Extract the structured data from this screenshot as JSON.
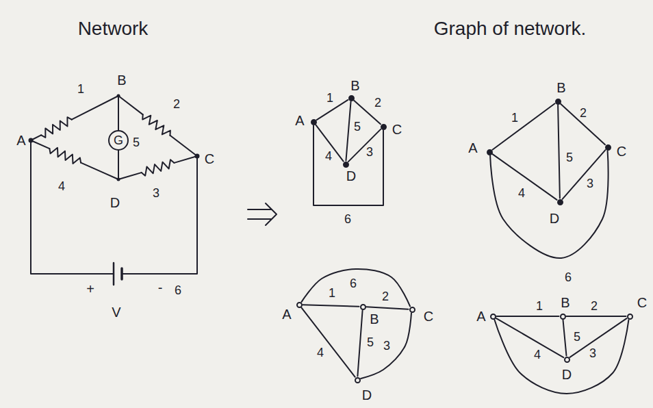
{
  "diagram": {
    "nodes": [
      {
        "text": [
          "G"
        ]
      },
      {
        "text": [
          "A"
        ]
      },
      {
        "text": [
          "B"
        ]
      },
      {
        "text": [
          "C"
        ]
      },
      {
        "text": [
          "D"
        ]
      },
      {
        "text": [
          "A"
        ]
      },
      {
        "text": [
          "B"
        ]
      },
      {
        "text": [
          "C"
        ]
      },
      {
        "text": [
          "D"
        ]
      },
      {
        "text": [
          "A"
        ]
      },
      {
        "text": [
          "B"
        ]
      },
      {
        "text": [
          "C"
        ]
      },
      {
        "text": [
          "D"
        ]
      },
      {
        "text": [
          "A"
        ]
      },
      {
        "text": [
          "B"
        ]
      },
      {
        "text": [
          "C"
        ]
      },
      {
        "text": [
          "D"
        ]
      }
    ],
    "edges": [
      {
        "from": 1,
        "to": 2,
        "arrow": "none",
        "label": "1"
      },
      {
        "from": 2,
        "to": 3,
        "arrow": "none",
        "label": "2"
      },
      {
        "from": 2,
        "to": 4,
        "arrow": "none",
        "label": "5"
      },
      {
        "from": 1,
        "to": 4,
        "arrow": "none",
        "label": "4"
      },
      {
        "from": 3,
        "to": 4,
        "arrow": "none",
        "label": "3"
      },
      {
        "from": 1,
        "to": 3,
        "arrow": "none",
        "label": "6"
      },
      {
        "from": 5,
        "to": 6,
        "arrow": "none",
        "label": "1"
      },
      {
        "from": 6,
        "to": 7,
        "arrow": "none",
        "label": "2"
      },
      {
        "from": 6,
        "to": 8,
        "arrow": "none",
        "label": "5"
      },
      {
        "from": 5,
        "to": 8,
        "arrow": "none",
        "label": "4"
      },
      {
        "from": 7,
        "to": 8,
        "arrow": "none",
        "label": "3"
      },
      {
        "from": 5,
        "to": 7,
        "arrow": "none",
        "label": "6"
      },
      {
        "from": 9,
        "to": 10,
        "arrow": "none",
        "label": "1"
      },
      {
        "from": 10,
        "to": 11,
        "arrow": "none",
        "label": "2"
      },
      {
        "from": 10,
        "to": 12,
        "arrow": "none",
        "label": "5"
      },
      {
        "from": 9,
        "to": 12,
        "arrow": "none",
        "label": "4"
      },
      {
        "from": 11,
        "to": 12,
        "arrow": "none",
        "label": "3"
      },
      {
        "from": 9,
        "to": 11,
        "arrow": "none",
        "label": "6"
      },
      {
        "from": 13,
        "to": 14,
        "arrow": "none",
        "label": "1"
      },
      {
        "from": 14,
        "to": 15,
        "arrow": "none",
        "label": "2"
      },
      {
        "from": 14,
        "to": 16,
        "arrow": "none",
        "label": "5"
      },
      {
        "from": 13,
        "to": 16,
        "arrow": "none",
        "label": "4"
      },
      {
        "from": 15,
        "to": 16,
        "arrow": "none",
        "label": "3"
      },
      {
        "from": 13,
        "to": 15,
        "arrow": "none"
      }
    ],
    "labels": [
      "Network",
      "Graph of network.",
      "1",
      "B",
      "2",
      "A",
      "5",
      "C",
      "4",
      "3",
      "D",
      "+",
      "-",
      "6",
      "V"
    ]
  }
}
